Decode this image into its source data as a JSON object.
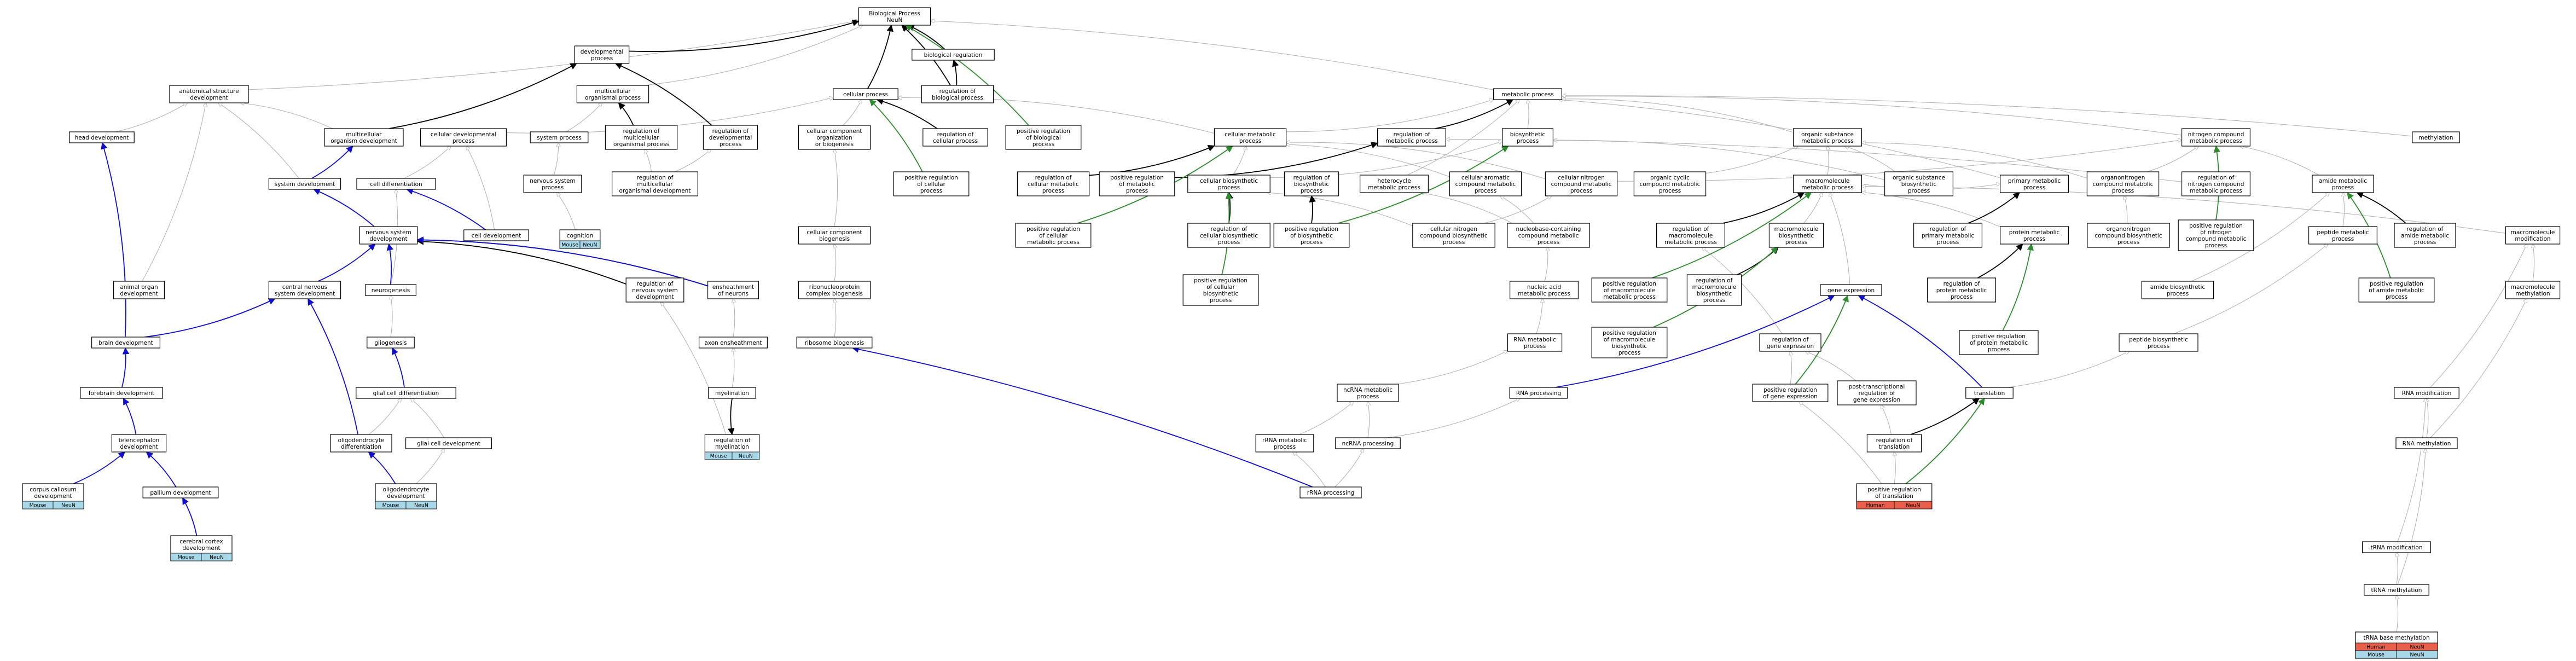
{
  "colors": {
    "human": "#e8604c",
    "mouse": "#a8d8e8",
    "edge_gray": "#b4b4b4",
    "edge_black": "#000000",
    "edge_blue": "#1010cc",
    "edge_green": "#2e8b2e"
  },
  "nodes": [
    {
      "id": "bp",
      "lines": [
        "Biological Process",
        "NeuN"
      ]
    },
    {
      "id": "dev",
      "lines": [
        "developmental",
        "process"
      ]
    },
    {
      "id": "breg",
      "lines": [
        "biological regulation"
      ]
    },
    {
      "id": "asd",
      "lines": [
        "anatomical structure",
        "development"
      ]
    },
    {
      "id": "morg",
      "lines": [
        "multicellular",
        "organismal process"
      ]
    },
    {
      "id": "cell",
      "lines": [
        "cellular process"
      ]
    },
    {
      "id": "regbp",
      "lines": [
        "regulation of",
        "biological process"
      ]
    },
    {
      "id": "metab",
      "lines": [
        "metabolic process"
      ]
    },
    {
      "id": "head",
      "lines": [
        "head development"
      ]
    },
    {
      "id": "morgdev",
      "lines": [
        "multicellular",
        "organism development"
      ]
    },
    {
      "id": "celldevp",
      "lines": [
        "cellular developmental",
        "process"
      ]
    },
    {
      "id": "sysp",
      "lines": [
        "system process"
      ]
    },
    {
      "id": "regmorg",
      "lines": [
        "regulation of",
        "multicellular",
        "organismal process"
      ]
    },
    {
      "id": "regdev",
      "lines": [
        "regulation of",
        "developmental",
        "process"
      ]
    },
    {
      "id": "ccob",
      "lines": [
        "cellular component",
        "organization",
        "or biogenesis"
      ]
    },
    {
      "id": "regcell",
      "lines": [
        "regulation of",
        "cellular process"
      ]
    },
    {
      "id": "posregbp",
      "lines": [
        "positive regulation",
        "of biological",
        "process"
      ]
    },
    {
      "id": "cmp",
      "lines": [
        "cellular metabolic",
        "process"
      ]
    },
    {
      "id": "regmp",
      "lines": [
        "regulation of",
        "metabolic process"
      ]
    },
    {
      "id": "biosyn",
      "lines": [
        "biosynthetic",
        "process"
      ]
    },
    {
      "id": "osmp",
      "lines": [
        "organic substance",
        "metabolic process"
      ]
    },
    {
      "id": "ncmp",
      "lines": [
        "nitrogen compound",
        "metabolic process"
      ]
    },
    {
      "id": "methyl",
      "lines": [
        "methylation"
      ]
    },
    {
      "id": "sysdev",
      "lines": [
        "system development"
      ]
    },
    {
      "id": "celldiff",
      "lines": [
        "cell differentiation"
      ]
    },
    {
      "id": "nsp",
      "lines": [
        "nervous system",
        "process"
      ]
    },
    {
      "id": "regmorgdev",
      "lines": [
        "regulation of",
        "multicellular",
        "organismal development"
      ]
    },
    {
      "id": "posregcell",
      "lines": [
        "positive regulation",
        "of cellular",
        "process"
      ]
    },
    {
      "id": "regcmp",
      "lines": [
        "regulation of",
        "cellular metabolic",
        "process"
      ]
    },
    {
      "id": "posregmp",
      "lines": [
        "positive regulation",
        "of metabolic",
        "process"
      ]
    },
    {
      "id": "cbp",
      "lines": [
        "cellular biosynthetic",
        "process"
      ]
    },
    {
      "id": "regbiosyn",
      "lines": [
        "regulation of",
        "biosynthetic",
        "process"
      ]
    },
    {
      "id": "hetero",
      "lines": [
        "heterocycle",
        "metabolic process"
      ]
    },
    {
      "id": "camp",
      "lines": [
        "cellular aromatic",
        "compound metabolic",
        "process"
      ]
    },
    {
      "id": "cncmp",
      "lines": [
        "cellular nitrogen",
        "compound metabolic",
        "process"
      ]
    },
    {
      "id": "occmp",
      "lines": [
        "organic cyclic",
        "compound metabolic",
        "process"
      ]
    },
    {
      "id": "macro",
      "lines": [
        "macromolecule",
        "metabolic process"
      ]
    },
    {
      "id": "osbp",
      "lines": [
        "organic substance",
        "biosynthetic",
        "process"
      ]
    },
    {
      "id": "primary",
      "lines": [
        "primary metabolic",
        "process"
      ]
    },
    {
      "id": "oncmp",
      "lines": [
        "organonitrogen",
        "compound metabolic",
        "process"
      ]
    },
    {
      "id": "regncmp",
      "lines": [
        "regulation of",
        "nitrogen compound",
        "metabolic process"
      ]
    },
    {
      "id": "amidemp",
      "lines": [
        "amide metabolic",
        "process"
      ]
    },
    {
      "id": "macromod",
      "lines": [
        "macromolecule",
        "modification"
      ]
    },
    {
      "id": "nsdev",
      "lines": [
        "nervous system",
        "development"
      ]
    },
    {
      "id": "celldev",
      "lines": [
        "cell development"
      ]
    },
    {
      "id": "cognition",
      "lines": [
        "cognition"
      ],
      "tags": [
        [
          "Mouse",
          "mouse"
        ],
        [
          "NeuN",
          "mouse"
        ]
      ]
    },
    {
      "id": "ccbiogen",
      "lines": [
        "cellular component",
        "biogenesis"
      ]
    },
    {
      "id": "posregcmp",
      "lines": [
        "positive regulation",
        "of cellular",
        "metabolic process"
      ]
    },
    {
      "id": "regcbp",
      "lines": [
        "regulation of",
        "cellular biosynthetic",
        "process"
      ]
    },
    {
      "id": "posregbiosyn",
      "lines": [
        "positive regulation",
        "of biosynthetic",
        "process"
      ]
    },
    {
      "id": "cncbp",
      "lines": [
        "cellular nitrogen",
        "compound biosynthetic",
        "process"
      ]
    },
    {
      "id": "nbccmp",
      "lines": [
        "nucleobase-containing",
        "compound metabolic",
        "process"
      ]
    },
    {
      "id": "regmacro",
      "lines": [
        "regulation of",
        "macromolecule",
        "metabolic process"
      ]
    },
    {
      "id": "macrobiosyn",
      "lines": [
        "macromolecule",
        "biosynthetic",
        "process"
      ]
    },
    {
      "id": "regprim",
      "lines": [
        "regulation of",
        "primary metabolic",
        "process"
      ]
    },
    {
      "id": "protmp",
      "lines": [
        "protein metabolic",
        "process"
      ]
    },
    {
      "id": "oncbp",
      "lines": [
        "organonitrogen",
        "compound biosynthetic",
        "process"
      ]
    },
    {
      "id": "posregncmp",
      "lines": [
        "positive regulation",
        "of nitrogen",
        "compound metabolic",
        "process"
      ]
    },
    {
      "id": "peptmp",
      "lines": [
        "peptide metabolic",
        "process"
      ]
    },
    {
      "id": "regamide",
      "lines": [
        "regulation of",
        "amide metabolic",
        "process"
      ]
    },
    {
      "id": "animorg",
      "lines": [
        "animal organ",
        "development"
      ]
    },
    {
      "id": "cnsdev",
      "lines": [
        "central nervous",
        "system development"
      ]
    },
    {
      "id": "neurogen",
      "lines": [
        "neurogenesis"
      ]
    },
    {
      "id": "regnsdev",
      "lines": [
        "regulation of",
        "nervous system",
        "development"
      ]
    },
    {
      "id": "ensheath",
      "lines": [
        "ensheathment",
        "of neurons"
      ]
    },
    {
      "id": "rnpbiogen",
      "lines": [
        "ribonucleoprotein",
        "complex biogenesis"
      ]
    },
    {
      "id": "posregcbp",
      "lines": [
        "positive regulation",
        "of cellular",
        "biosynthetic",
        "process"
      ]
    },
    {
      "id": "nucmp",
      "lines": [
        "nucleic acid",
        "metabolic process"
      ]
    },
    {
      "id": "posregmacro",
      "lines": [
        "positive regulation",
        "of macromolecule",
        "metabolic process"
      ]
    },
    {
      "id": "regmacrobio",
      "lines": [
        "regulation of",
        "macromolecule",
        "biosynthetic",
        "process"
      ]
    },
    {
      "id": "geneexp",
      "lines": [
        "gene expression"
      ]
    },
    {
      "id": "regtransl_p",
      "lines": [
        "regulation of",
        "protein metabolic",
        "process"
      ]
    },
    {
      "id": "amidebio",
      "lines": [
        "amide biosynthetic",
        "process"
      ]
    },
    {
      "id": "posregamide",
      "lines": [
        "positive regulation",
        "of amide metabolic",
        "process"
      ]
    },
    {
      "id": "macromethyl",
      "lines": [
        "macromolecule",
        "methylation"
      ]
    },
    {
      "id": "brain",
      "lines": [
        "brain development"
      ]
    },
    {
      "id": "gliogen",
      "lines": [
        "gliogenesis"
      ]
    },
    {
      "id": "axon",
      "lines": [
        "axon ensheathment"
      ]
    },
    {
      "id": "ribobiogen",
      "lines": [
        "ribosome biogenesis"
      ]
    },
    {
      "id": "rnamp",
      "lines": [
        "RNA metabolic",
        "process"
      ]
    },
    {
      "id": "posregmacrobio",
      "lines": [
        "positive regulation",
        "of macromolecule",
        "biosynthetic",
        "process"
      ]
    },
    {
      "id": "reggene",
      "lines": [
        "regulation of",
        "gene expression"
      ]
    },
    {
      "id": "posregprot",
      "lines": [
        "positive regulation",
        "of protein metabolic",
        "process"
      ]
    },
    {
      "id": "peptbio",
      "lines": [
        "peptide biosynthetic",
        "process"
      ]
    },
    {
      "id": "forebrain",
      "lines": [
        "forebrain development"
      ]
    },
    {
      "id": "glialdiff",
      "lines": [
        "glial cell differentiation"
      ]
    },
    {
      "id": "ncrnamp",
      "lines": [
        "ncRNA metabolic",
        "process"
      ]
    },
    {
      "id": "rnaproc",
      "lines": [
        "RNA processing"
      ]
    },
    {
      "id": "posreggene",
      "lines": [
        "positive regulation",
        "of gene expression"
      ]
    },
    {
      "id": "posttrans",
      "lines": [
        "post-transcriptional",
        "regulation of",
        "gene expression"
      ]
    },
    {
      "id": "transl",
      "lines": [
        "translation"
      ]
    },
    {
      "id": "rnamod",
      "lines": [
        "RNA modification"
      ]
    },
    {
      "id": "telen",
      "lines": [
        "telencephalon",
        "development"
      ]
    },
    {
      "id": "myelin",
      "lines": [
        "myelination"
      ]
    },
    {
      "id": "oligodiff",
      "lines": [
        "oligodendrocyte",
        "differentiation"
      ]
    },
    {
      "id": "glialdev",
      "lines": [
        "glial cell development"
      ]
    },
    {
      "id": "rrnamp",
      "lines": [
        "rRNA metabolic",
        "process"
      ]
    },
    {
      "id": "ncrnaproc",
      "lines": [
        "ncRNA processing"
      ]
    },
    {
      "id": "regtransl",
      "lines": [
        "regulation of",
        "translation"
      ]
    },
    {
      "id": "rnamethyl",
      "lines": [
        "RNA methylation"
      ]
    },
    {
      "id": "corpus",
      "lines": [
        "corpus callosum",
        "development"
      ],
      "tags": [
        [
          "Mouse",
          "mouse"
        ],
        [
          "NeuN",
          "mouse"
        ]
      ]
    },
    {
      "id": "pallium",
      "lines": [
        "pallium development"
      ]
    },
    {
      "id": "regmyelin",
      "lines": [
        "regulation of",
        "myelination"
      ],
      "tags": [
        [
          "Mouse",
          "mouse"
        ],
        [
          "NeuN",
          "mouse"
        ]
      ]
    },
    {
      "id": "oligodev",
      "lines": [
        "oligodendrocyte",
        "development"
      ],
      "tags": [
        [
          "Mouse",
          "mouse"
        ],
        [
          "NeuN",
          "mouse"
        ]
      ]
    },
    {
      "id": "rrnaproc",
      "lines": [
        "rRNA processing"
      ]
    },
    {
      "id": "posregtransl",
      "lines": [
        "positive regulation",
        "of translation"
      ],
      "tags": [
        [
          "Human",
          "human"
        ],
        [
          "NeuN",
          "human"
        ]
      ]
    },
    {
      "id": "trnamod",
      "lines": [
        "tRNA modification"
      ]
    },
    {
      "id": "cortex",
      "lines": [
        "cerebral cortex",
        "development"
      ],
      "tags": [
        [
          "Mouse",
          "mouse"
        ],
        [
          "NeuN",
          "mouse"
        ]
      ]
    },
    {
      "id": "trnamethyl",
      "lines": [
        "tRNA methylation"
      ]
    },
    {
      "id": "trnabase",
      "lines": [
        "tRNA base methylation"
      ],
      "tags": [
        [
          "Human",
          "human"
        ],
        [
          "NeuN",
          "human"
        ],
        [
          "Mouse",
          "mouse"
        ],
        [
          "NeuN",
          "mouse"
        ]
      ]
    }
  ]
}
